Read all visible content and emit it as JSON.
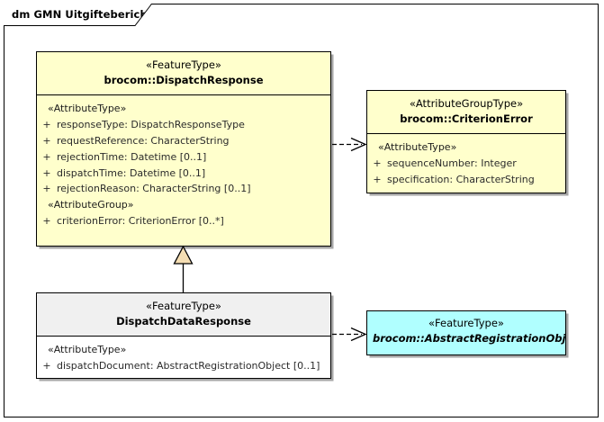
{
  "diagram": {
    "title": "dm GMN Uitgifteberichten",
    "colors": {
      "class_yellow": "#FFFFCC",
      "class_grey_header": "#F0F0F0",
      "class_white": "#FFFFFF",
      "class_cyan": "#B0FFFF",
      "generalization_fill": "#F5DEB3",
      "border": "#000000",
      "frame": "#000000"
    },
    "classes": {
      "dispatch_response": {
        "stereotype": "«FeatureType»",
        "name": "brocom::DispatchResponse",
        "compartments": [
          {
            "group": "«AttributeType»",
            "attributes": [
              {
                "visibility": "+",
                "text": "responseType: DispatchResponseType"
              },
              {
                "visibility": "+",
                "text": "requestReference: CharacterString"
              },
              {
                "visibility": "+",
                "text": "rejectionTime: Datetime [0..1]"
              },
              {
                "visibility": "+",
                "text": "dispatchTime: Datetime [0..1]"
              },
              {
                "visibility": "+",
                "text": "rejectionReason: CharacterString [0..1]"
              }
            ]
          },
          {
            "group": "«AttributeGroup»",
            "attributes": [
              {
                "visibility": "+",
                "text": "criterionError: CriterionError [0..*]"
              }
            ]
          }
        ]
      },
      "criterion_error": {
        "stereotype": "«AttributeGroupType»",
        "name": "brocom::CriterionError",
        "compartments": [
          {
            "group": "«AttributeType»",
            "attributes": [
              {
                "visibility": "+",
                "text": "sequenceNumber: Integer"
              },
              {
                "visibility": "+",
                "text": "specification: CharacterString"
              }
            ]
          }
        ]
      },
      "dispatch_data_response": {
        "stereotype": "«FeatureType»",
        "name": "DispatchDataResponse",
        "compartments": [
          {
            "group": "«AttributeType»",
            "attributes": [
              {
                "visibility": "+",
                "text": "dispatchDocument: AbstractRegistrationObject [0..1]"
              }
            ]
          }
        ]
      },
      "abstract_registration_object": {
        "stereotype": "«FeatureType»",
        "name": "brocom::AbstractRegistrationObject"
      }
    },
    "connectors": [
      {
        "id": "dep-dispatchresponse-criterionerror",
        "type": "dependency",
        "style": "dashed-open-arrow"
      },
      {
        "id": "gen-dispatchdataresponse-dispatchresponse",
        "type": "generalization",
        "style": "solid-hollow-triangle"
      },
      {
        "id": "dep-dispatchdataresponse-abstractregistrationobject",
        "type": "dependency",
        "style": "dashed-open-arrow"
      }
    ]
  }
}
